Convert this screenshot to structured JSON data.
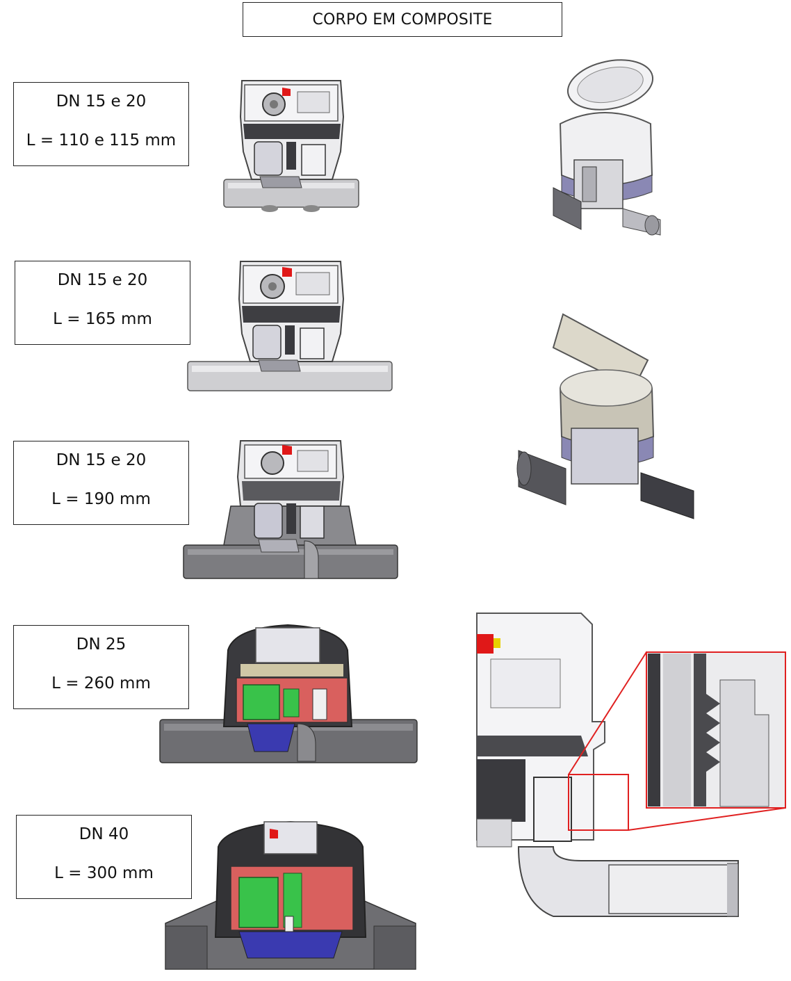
{
  "title": "CORPO EM COMPOSITE",
  "variants": [
    {
      "dn": "DN 15 e 20",
      "length": "L = 110 e 115 mm"
    },
    {
      "dn": "DN 15 e 20",
      "length": "L = 165 mm"
    },
    {
      "dn": "DN 15 e 20",
      "length": "L = 190 mm"
    },
    {
      "dn": "DN 25",
      "length": "L = 260 mm"
    },
    {
      "dn": "DN 40",
      "length": "L = 300 mm"
    }
  ],
  "colors": {
    "border": "#222222",
    "callout": "#e02020",
    "body_gray": "#9a9a9a",
    "dark_gray": "#4a4a4a",
    "light_gray": "#d8d8dc",
    "piston_red": "#d9605e",
    "piston_green": "#39c24a",
    "screen_blue": "#3a3ab0",
    "valve_red": "#e01818"
  }
}
